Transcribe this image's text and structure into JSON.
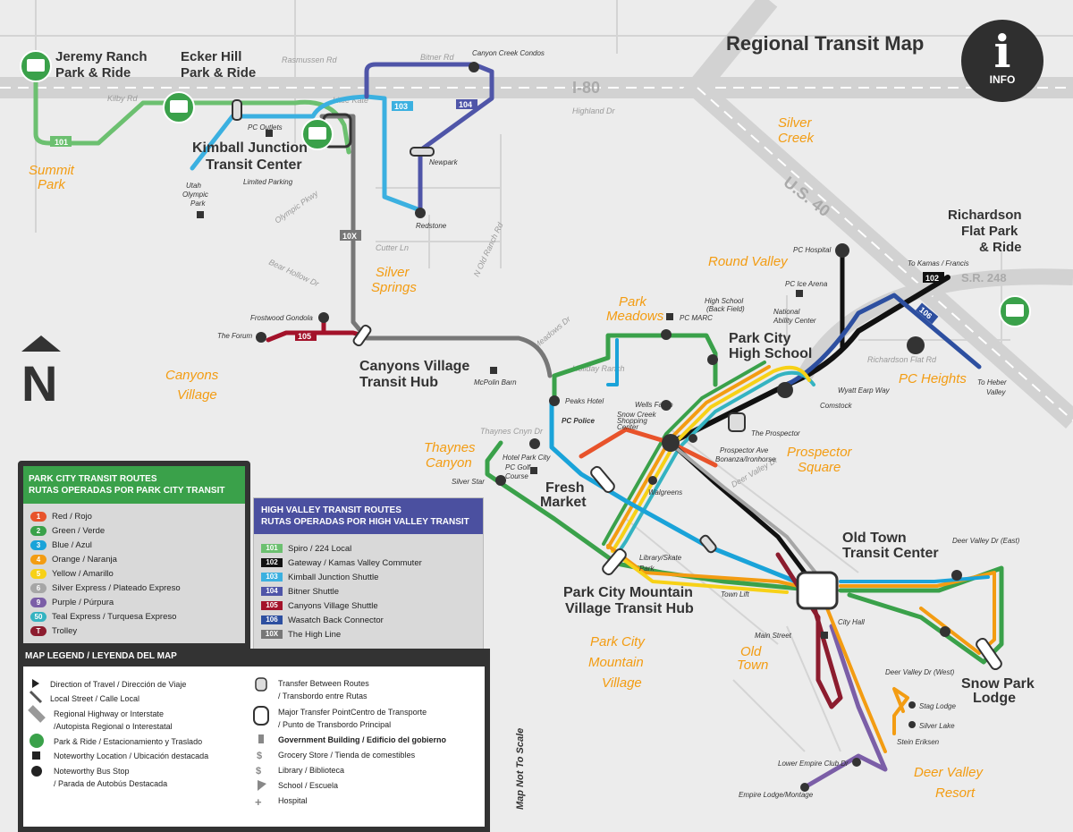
{
  "title": "Regional Transit Map",
  "info_label": "INFO",
  "not_to_scale": "Map Not To Scale",
  "park_and_rides": {
    "jeremy_ranch": [
      "Jeremy Ranch",
      "Park & Ride"
    ],
    "ecker_hill": [
      "Ecker Hill",
      "Park & Ride"
    ],
    "richardson": [
      "Richardson",
      "Flat Park",
      "& Ride"
    ]
  },
  "hubs": {
    "kimball": [
      "Kimball Junction",
      "Transit Center"
    ],
    "canyons": [
      "Canyons Village",
      "Transit Hub"
    ],
    "fresh_market": [
      "Fresh",
      "Market"
    ],
    "pcmv": [
      "Park City Mountain",
      "Village Transit Hub"
    ],
    "old_town": [
      "Old Town",
      "Transit Center"
    ],
    "pc_high": [
      "Park City",
      "High School"
    ],
    "snow_park": [
      "Snow Park",
      "Lodge"
    ]
  },
  "areas": {
    "summit_park": [
      "Summit",
      "Park"
    ],
    "silver_creek": [
      "Silver",
      "Creek"
    ],
    "silver_springs": [
      "Silver",
      "Springs"
    ],
    "canyons_village": [
      "Canyons",
      "Village"
    ],
    "round_valley": "Round Valley",
    "park_meadows": [
      "Park",
      "Meadows"
    ],
    "thaynes": [
      "Thaynes",
      "Canyon"
    ],
    "pc_heights": "PC Heights",
    "prospector_square": [
      "Prospector",
      "Square"
    ],
    "pcm_village": [
      "Park City",
      "Mountain",
      "Village"
    ],
    "old_town": [
      "Old",
      "Town"
    ],
    "deer_valley": [
      "Deer Valley",
      "Resort"
    ]
  },
  "highways": {
    "i80": "I-80",
    "us40": "U.S. 40",
    "sr248": "S.R. 248"
  },
  "streets": [
    "Rasmussen Rd",
    "Kilby Rd",
    "Bitner Rd",
    "Highland Dr",
    "Olympic Pkwy",
    "Bear Hollow Dr",
    "Cutter Ln",
    "N Old Ranch Rd",
    "Meadows Dr",
    "Thaynes Cnyn Dr",
    "Deer Valley Dr",
    "Richardson Flat Rd",
    "Little Kate",
    "Holiday Ranch"
  ],
  "stops": {
    "pc_outlets": "PC Outlets",
    "utah_olympic_park": [
      "Utah",
      "Olympic",
      "Park"
    ],
    "limited_parking": "Limited Parking",
    "canyon_creek": "Canyon Creek Condos",
    "newpark": "Newpark",
    "redstone": "Redstone",
    "frostwood": "Frostwood Gondola",
    "the_forum": "The Forum",
    "mcpolin": "McPolin Barn",
    "peaks_hotel": "Peaks Hotel",
    "pc_marc": "PC MARC",
    "high_school_back": [
      "High School",
      "(Back Field)"
    ],
    "pc_hospital": "PC Hospital",
    "pc_ice_arena": "PC Ice Arena",
    "nat_ability": [
      "National",
      "Ability Center"
    ],
    "wyatt_earp": "Wyatt Earp Way",
    "comstock": "Comstock",
    "the_prospector": "The Prospector",
    "prospector_ave": "Prospector Ave",
    "bonanza": "Bonanza/Ironhorse",
    "wells_fargo": "Wells Fargo",
    "snow_creek": [
      "Snow Creek",
      "Shopping",
      "Center"
    ],
    "pc_police": "PC Police",
    "hotel_park_city": "Hotel Park City",
    "pc_golf": [
      "PC Golf",
      "Course"
    ],
    "silver_star": "Silver Star",
    "walgreens": "Walgreens",
    "library": [
      "Library/Skate",
      "Park"
    ],
    "town_lift": "Town Lift",
    "city_hall": "City Hall",
    "main_street": "Main Street",
    "dv_east": "Deer Valley Dr (East)",
    "dv_west": "Deer Valley Dr (West)",
    "stag_lodge": "Stag Lodge",
    "silver_lake": "Silver Lake",
    "stein_eriksen": "Stein Eriksen",
    "lower_empire": "Lower Empire Club Dr",
    "empire_lodge": "Empire Lodge/Montage",
    "to_kamas": "To Kamas / Francis",
    "to_heber": [
      "To Heber",
      "Valley"
    ]
  },
  "colors": {
    "red": "#e8532b",
    "green": "#3aa14a",
    "blue": "#1aa3d9",
    "orange": "#f39c12",
    "yellow": "#f7d117",
    "silver": "#a6a6a6",
    "purple": "#7b5ea7",
    "teal": "#34b3c1",
    "trolley": "#8c1c2e",
    "spiro": "#6cc070",
    "gateway": "#111111",
    "kimball": "#3bb0e0",
    "bitner": "#4f55a8",
    "canyons_shuttle": "#a3122a",
    "wasatch": "#2d4fa0",
    "high_line": "#777777"
  },
  "pc_routes": {
    "header": [
      "PARK CITY TRANSIT ROUTES",
      "RUTAS OPERADAS POR PARK CITY TRANSIT"
    ],
    "items": [
      {
        "num": "1",
        "label": "Red / Rojo",
        "color": "#e8532b"
      },
      {
        "num": "2",
        "label": "Green / Verde",
        "color": "#3aa14a"
      },
      {
        "num": "3",
        "label": "Blue / Azul",
        "color": "#1aa3d9"
      },
      {
        "num": "4",
        "label": "Orange / Naranja",
        "color": "#f39c12"
      },
      {
        "num": "5",
        "label": "Yellow / Amarillo",
        "color": "#f7d117"
      },
      {
        "num": "6",
        "label": "Silver Express / Plateado Expreso",
        "color": "#a6a6a6"
      },
      {
        "num": "9",
        "label": "Purple / Púrpura",
        "color": "#7b5ea7"
      },
      {
        "num": "50",
        "label": "Teal Express / Turquesa Expreso",
        "color": "#34b3c1"
      },
      {
        "num": "T",
        "label": "Trolley",
        "color": "#8c1c2e"
      }
    ]
  },
  "hv_routes": {
    "header": [
      "HIGH VALLEY TRANSIT ROUTES",
      "RUTAS OPERADAS POR HIGH VALLEY TRANSIT"
    ],
    "items": [
      {
        "num": "101",
        "label": "Spiro / 224 Local",
        "color": "#6cc070"
      },
      {
        "num": "102",
        "label": "Gateway / Kamas Valley Commuter",
        "color": "#111111"
      },
      {
        "num": "103",
        "label": "Kimball Junction Shuttle",
        "color": "#3bb0e0"
      },
      {
        "num": "104",
        "label": "Bitner Shuttle",
        "color": "#4f55a8"
      },
      {
        "num": "105",
        "label": "Canyons Village Shuttle",
        "color": "#a3122a"
      },
      {
        "num": "106",
        "label": "Wasatch Back Connector",
        "color": "#2d4fa0"
      },
      {
        "num": "10X",
        "label": "The High Line",
        "color": "#777777"
      }
    ]
  },
  "legend": {
    "title": "MAP LEGEND / LEYENDA DEL MAP",
    "left": [
      "Direction of Travel / Dirección de Viaje",
      "Local Street / Calle Local",
      "Regional Highway or Interstate",
      "/Autopista Regional o Interestatal",
      "Park & Ride / Estacionamiento y Traslado",
      "Noteworthy Location / Ubicación destacada",
      "Noteworthy Bus Stop",
      "/ Parada de Autobús Destacada"
    ],
    "right": [
      "Transfer Between Routes",
      " / Transbordo entre Rutas",
      "Major Transfer PointCentro de Transporte",
      "/ Punto de Transbordo Principal",
      "Government Building / Edificio del gobierno",
      "Grocery Store / Tienda de comestibles",
      "Library / Biblioteca",
      "School / Escuela",
      "Hospital"
    ]
  }
}
